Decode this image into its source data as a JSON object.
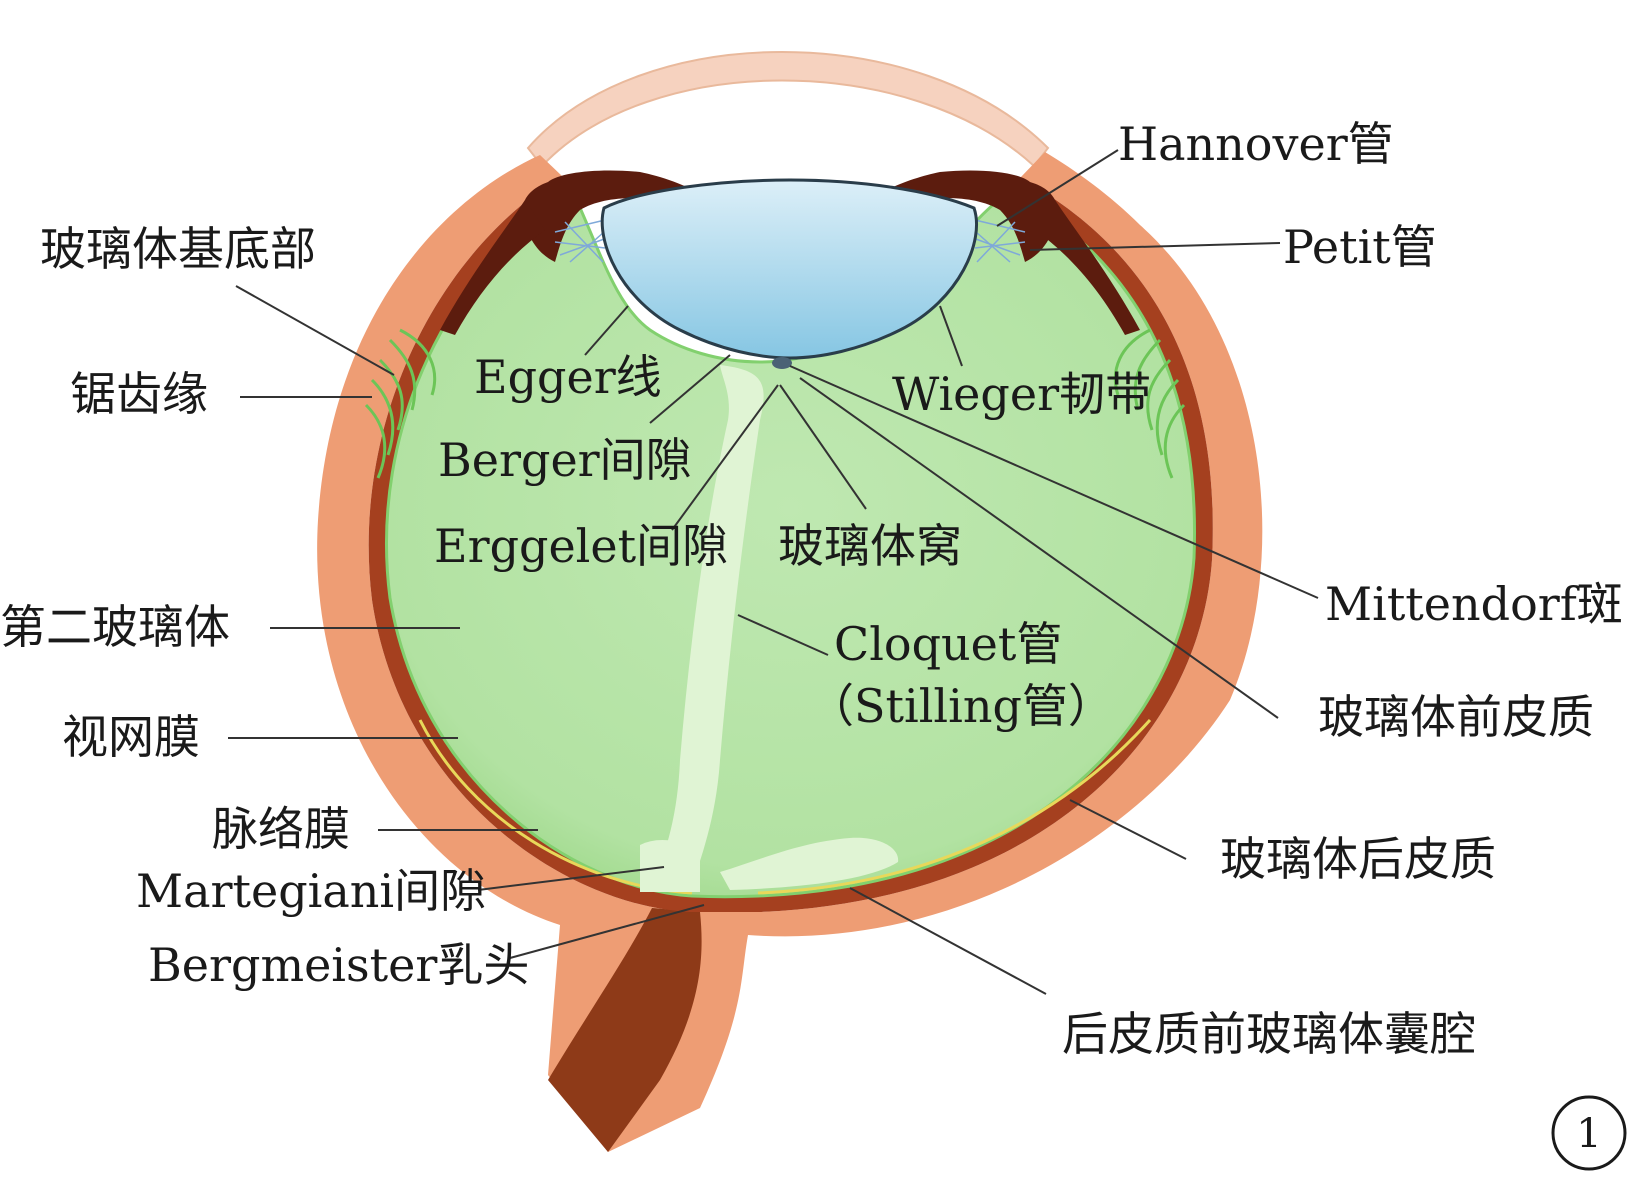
{
  "labels": {
    "hannover": "Hannover管",
    "petit": "Petit管",
    "vitreous_base": "玻璃体基底部",
    "ora_serrata": "锯齿缘",
    "egger_line": "Egger线",
    "wieger_ligament": "Wieger韧带",
    "berger_space": "Berger间隙",
    "erggelet_space": "Erggelet间隙",
    "patellar_fossa": "玻璃体窝",
    "mittendorf_dot": "Mittendorf斑",
    "secondary_vitreous": "第二玻璃体",
    "cloquet_canal": "Cloquet管",
    "stilling_canal": "（Stilling管）",
    "anterior_cortex": "玻璃体前皮质",
    "retina": "视网膜",
    "choroid": "脉络膜",
    "posterior_cortex": "玻璃体后皮质",
    "martegiani_space": "Martegiani间隙",
    "bergmeister_papilla": "Bergmeister乳头",
    "premacular_bursa": "后皮质前玻璃体囊腔"
  },
  "figure_number": "1",
  "colors": {
    "sclera": "#ee9d74",
    "cornea": "#f6d2bf",
    "choroid": "#a5401f",
    "vitreous": "#b5e3a6",
    "vitreous_edge": "#82d06e",
    "lens_top": "#d4ecf6",
    "lens_bottom": "#8ccbe6",
    "iris": "#5c1c0e",
    "optic_nerve": "#8e3a18",
    "canal": "#e0f4d4",
    "leader_line": "#333333"
  }
}
